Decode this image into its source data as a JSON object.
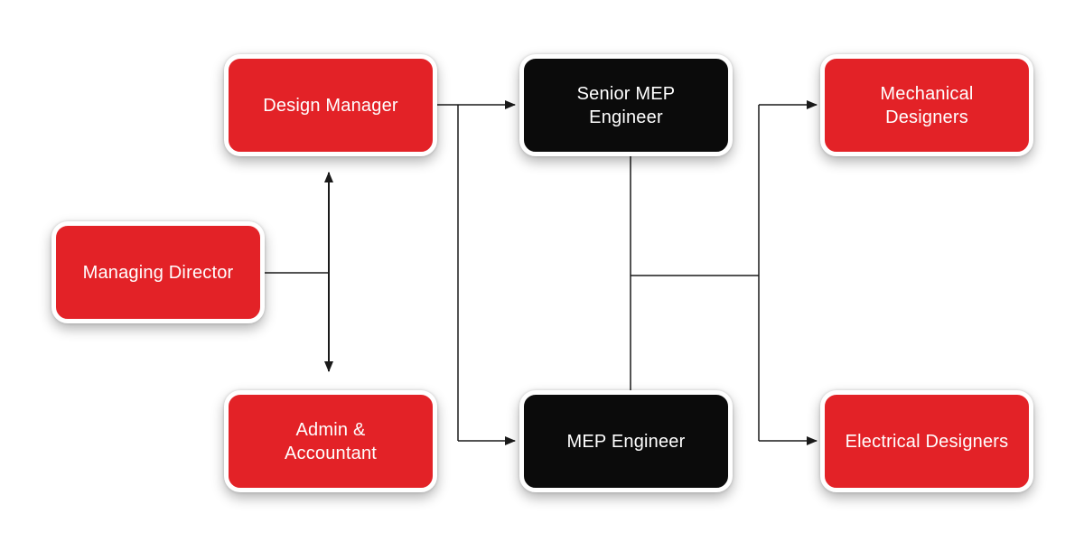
{
  "chart_title": "",
  "colors": {
    "red": "#e32227",
    "black": "#0b0b0b",
    "line": "#1a1a1a",
    "text": "#ffffff",
    "background": "#ffffff"
  },
  "nodes": [
    {
      "id": "managing-director",
      "type": "red",
      "lines": [
        "Managing Director"
      ]
    },
    {
      "id": "design-manager",
      "type": "red",
      "lines": [
        "Design Manager"
      ]
    },
    {
      "id": "admin-accountant",
      "type": "red",
      "lines": [
        "Admin &",
        "Accountant"
      ]
    },
    {
      "id": "senior-mep-engineer",
      "type": "black",
      "lines": [
        "Senior MEP",
        "Engineer"
      ]
    },
    {
      "id": "mep-engineer",
      "type": "black",
      "lines": [
        "MEP Engineer"
      ]
    },
    {
      "id": "mechanical-designers",
      "type": "red",
      "lines": [
        "Mechanical",
        "Designers"
      ]
    },
    {
      "id": "electrical-designers",
      "type": "red",
      "lines": [
        "Electrical Designers"
      ]
    }
  ],
  "edges": [
    {
      "from": "managing-director",
      "to": "design-manager",
      "arrow": true
    },
    {
      "from": "managing-director",
      "to": "admin-accountant",
      "arrow": true
    },
    {
      "from": "design-manager",
      "to": "senior-mep-engineer",
      "arrow": true
    },
    {
      "from": "design-manager",
      "to": "mep-engineer",
      "arrow": true
    },
    {
      "from": "senior-mep-engineer",
      "to": "mep-engineer",
      "arrow": false
    },
    {
      "from": [
        "senior-mep-engineer",
        "mep-engineer"
      ],
      "to": "mechanical-designers",
      "arrow": true
    },
    {
      "from": [
        "senior-mep-engineer",
        "mep-engineer"
      ],
      "to": "electrical-designers",
      "arrow": true
    }
  ]
}
